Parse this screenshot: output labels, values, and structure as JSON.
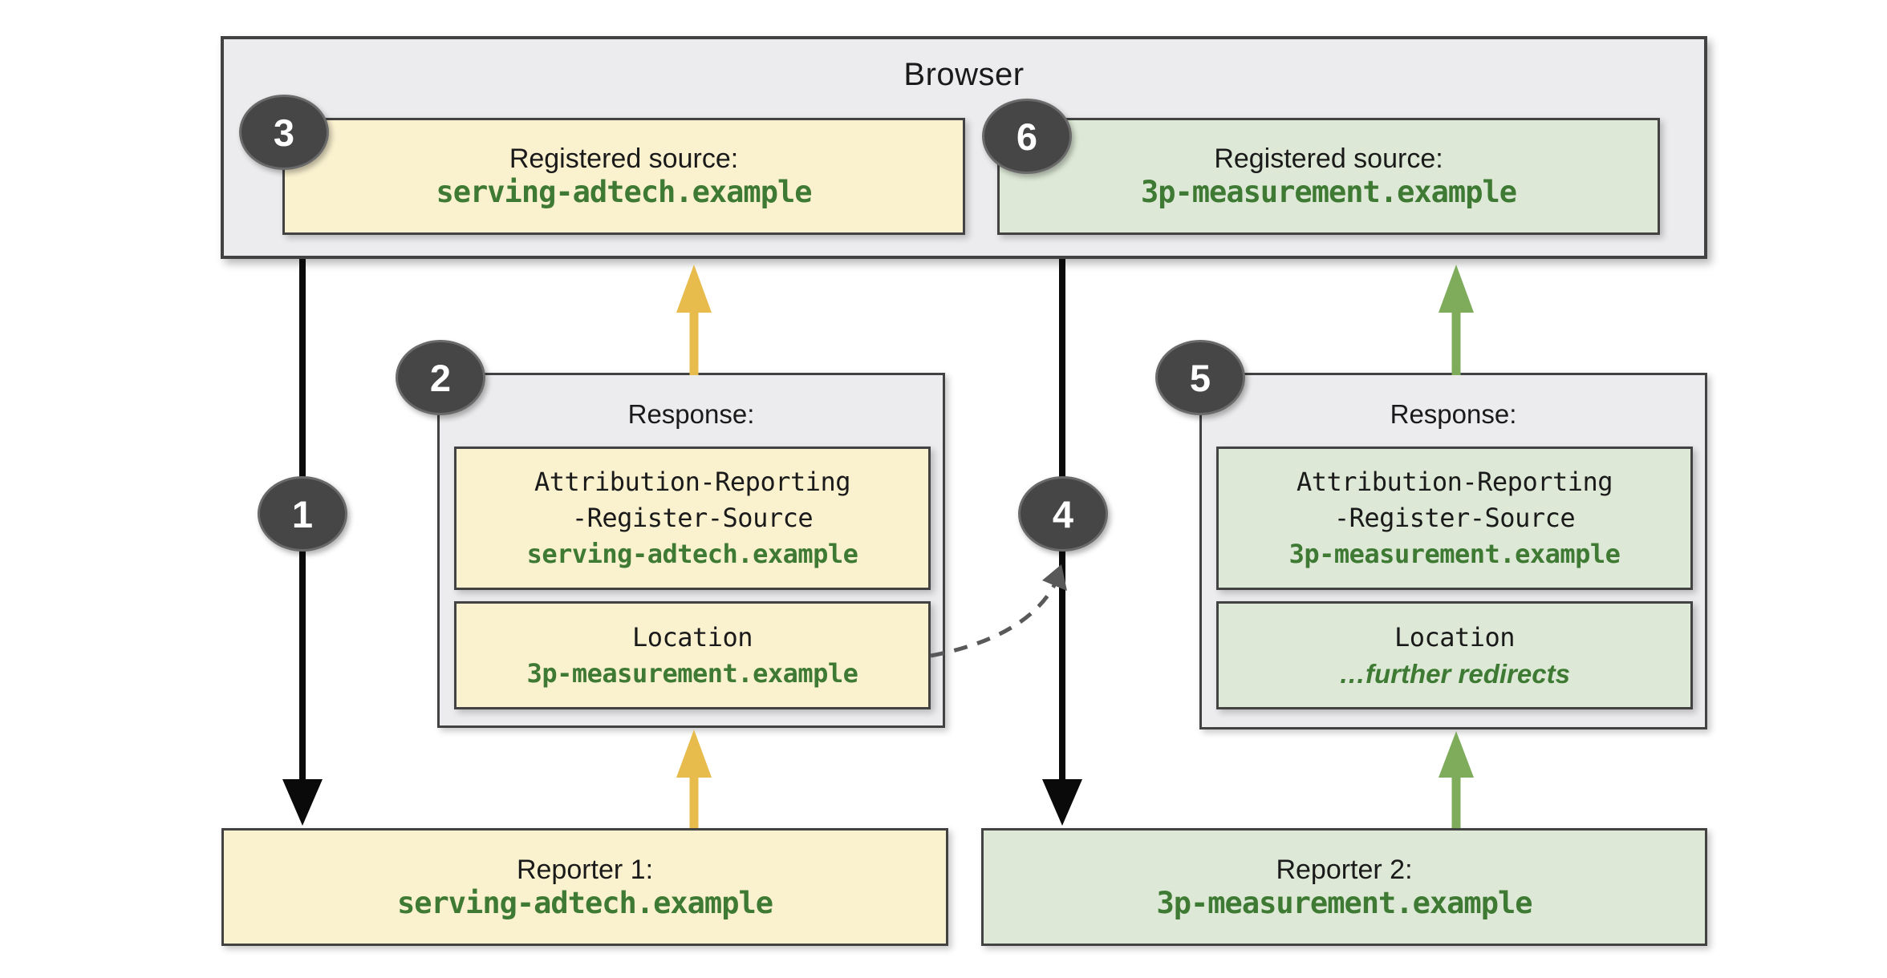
{
  "diagram": {
    "browser": {
      "title": "Browser"
    },
    "steps": {
      "s1": "1",
      "s2": "2",
      "s3": "3",
      "s4": "4",
      "s5": "5",
      "s6": "6"
    },
    "registered_sources": [
      {
        "label": "Registered source:",
        "domain": "serving-adtech.example"
      },
      {
        "label": "Registered source:",
        "domain": "3p-measurement.example"
      }
    ],
    "responses": [
      {
        "title": "Response:",
        "register_header": [
          "Attribution-Reporting",
          "-Register-Source"
        ],
        "register_value": "serving-adtech.example",
        "location_label": "Location",
        "location_value": "3p-measurement.example"
      },
      {
        "title": "Response:",
        "register_header": [
          "Attribution-Reporting",
          "-Register-Source"
        ],
        "register_value": "3p-measurement.example",
        "location_label": "Location",
        "location_value": "…further redirects"
      }
    ],
    "reporters": [
      {
        "label": "Reporter 1:",
        "domain": "serving-adtech.example"
      },
      {
        "label": "Reporter 2:",
        "domain": "3p-measurement.example"
      }
    ],
    "colors": {
      "yellow_fill": "#faf1cf",
      "green_fill": "#dde9d6",
      "gray_fill": "#ececee",
      "box_border": "#424242",
      "green_text": "#3e7a33",
      "yellow_arrow": "#e7bc4d",
      "green_arrow": "#7fac5b",
      "black_arrow": "#0a0a0a",
      "badge_fill": "#464646",
      "dashed_gray": "#595959"
    }
  }
}
